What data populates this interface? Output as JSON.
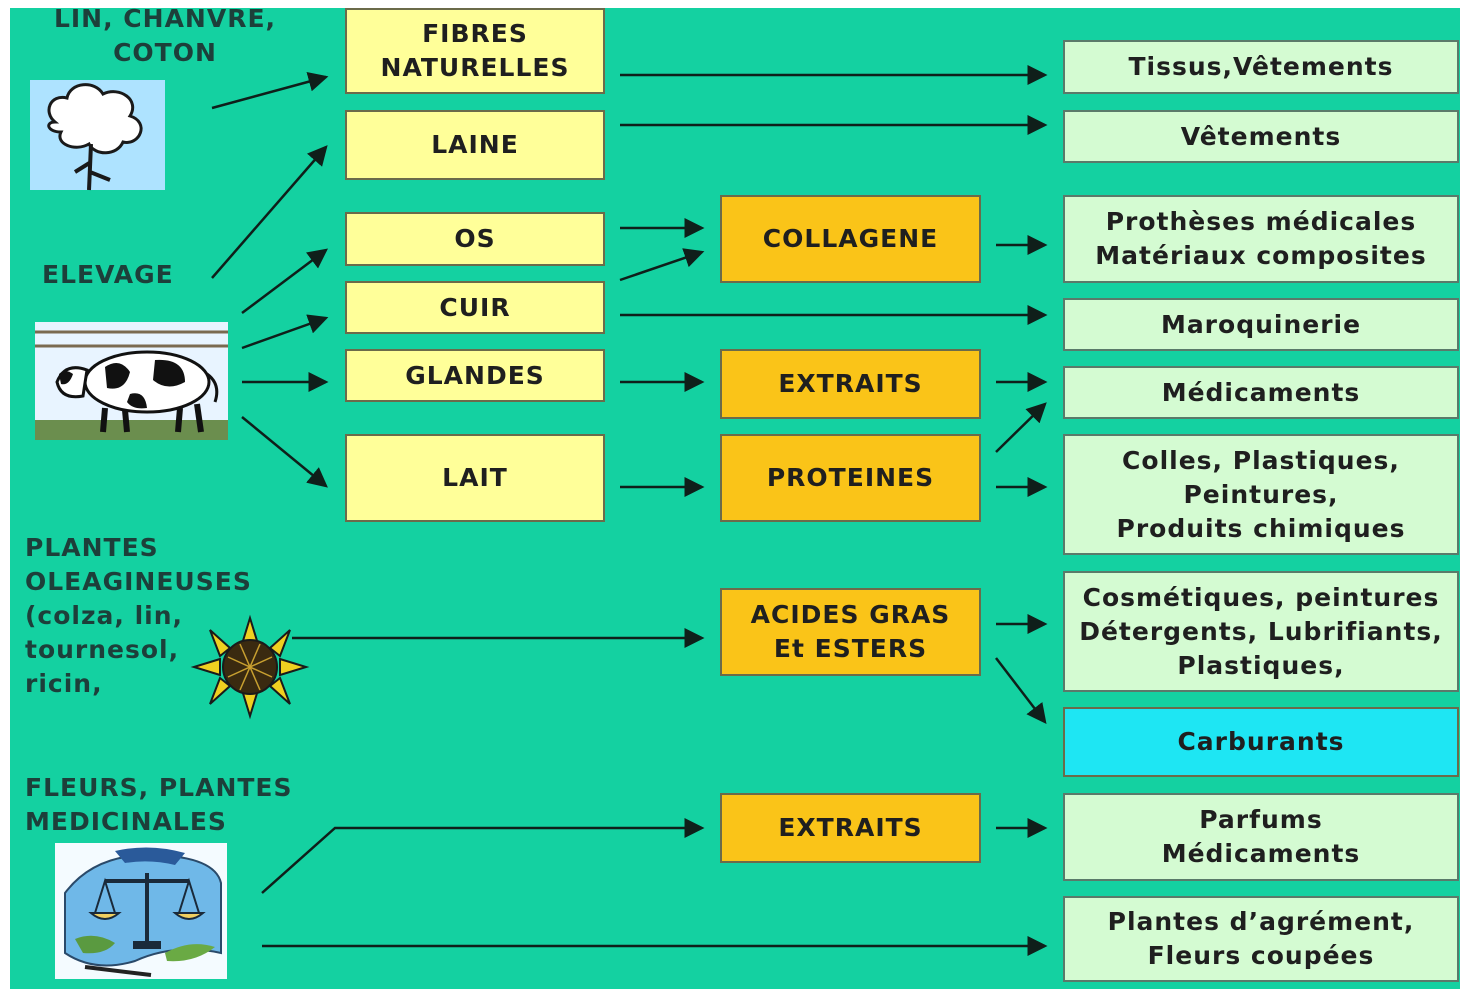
{
  "sources": {
    "fibres_plants": "LIN, CHANVRE,\nCOTON",
    "livestock": "ELEVAGE",
    "oil_plants": "PLANTES\nOLEAGINEUSES\n(colza, lin,\ntournesol,\nricin,",
    "flowers": "FLEURS, PLANTES\nMEDICINALES"
  },
  "raw_materials": {
    "fibres": "FIBRES\nNATURELLES",
    "wool": "LAINE",
    "bone": "OS",
    "leather": "CUIR",
    "glands": "GLANDES",
    "milk": "LAIT"
  },
  "intermediates": {
    "collagen": "COLLAGENE",
    "extracts_animal": "EXTRAITS",
    "proteins": "PROTEINES",
    "fatty_acids": "ACIDES GRAS\nEt ESTERS",
    "extracts_plant": "EXTRAITS"
  },
  "products": {
    "textiles": "Tissus,Vêtements",
    "clothing": "Vêtements",
    "prostheses": "Prothèses médicales\nMatériaux composites",
    "leather_goods": "Maroquinerie",
    "medicines": "Médicaments",
    "glues": "Colles, Plastiques,\nPeintures,\nProduits chimiques",
    "cosmetics": "Cosmétiques, peintures\nDétergents, Lubrifiants,\nPlastiques,",
    "fuels": "Carburants",
    "perfumes": "Parfums\nMédicaments",
    "ornamental": "Plantes d’agrément,\nFleurs coupées"
  },
  "colors": {
    "background": "#14d1a1",
    "raw_box": "#ffff99",
    "intermediate_box": "#fac418",
    "product_box": "#d4fbd2",
    "fuel_box": "#1ee6f3",
    "arrow": "#0f1f1a"
  },
  "icons": {
    "fibres_plants": "tree-icon",
    "livestock": "cow-icon",
    "oil_plants": "sunflower-icon",
    "flowers": "scales-icon"
  }
}
